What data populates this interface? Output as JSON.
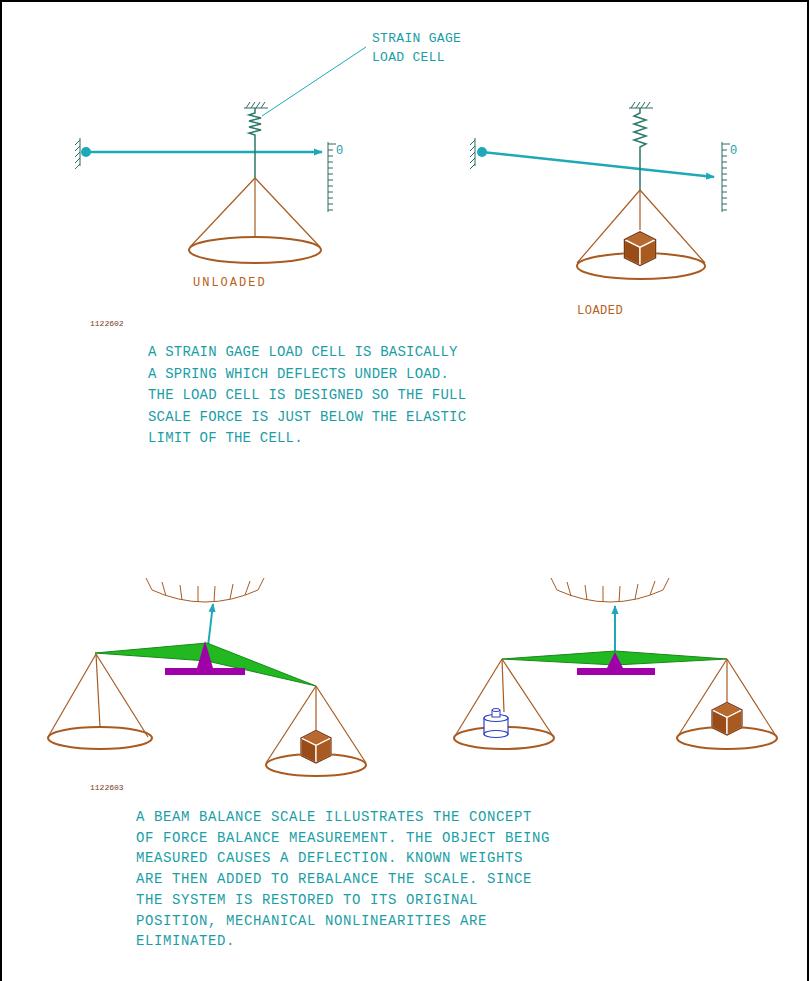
{
  "diagram": {
    "labels": [
      "STRAIN GAGE LOAD CELL",
      "0",
      "0",
      "UNLOADED",
      "LOADED",
      "1122602",
      "A STRAIN GAGE LOAD CELL IS BASICALLY A SPRING WHICH DEFLECTS UNDER LOAD. THE LOAD CELL IS DESIGNED SO THE FULL SCALE FORCE IS JUST BELOW THE ELASTIC LIMIT OF THE CELL.",
      "1122603",
      "A BEAM BALANCE SCALE ILLUSTRATES THE CONCEPT OF FORCE BALANCE MEASUREMENT. THE OBJECT BEING MEASURED CAUSES A DEFLECTION. KNOWN WEIGHTS ARE THEN ADDED TO REBALANCE THE SCALE. SINCE THE SYSTEM IS RESTORED TO ITS ORIGINAL POSITION, MECHANICAL NONLINEARITIES ARE ELIMINATED."
    ]
  }
}
